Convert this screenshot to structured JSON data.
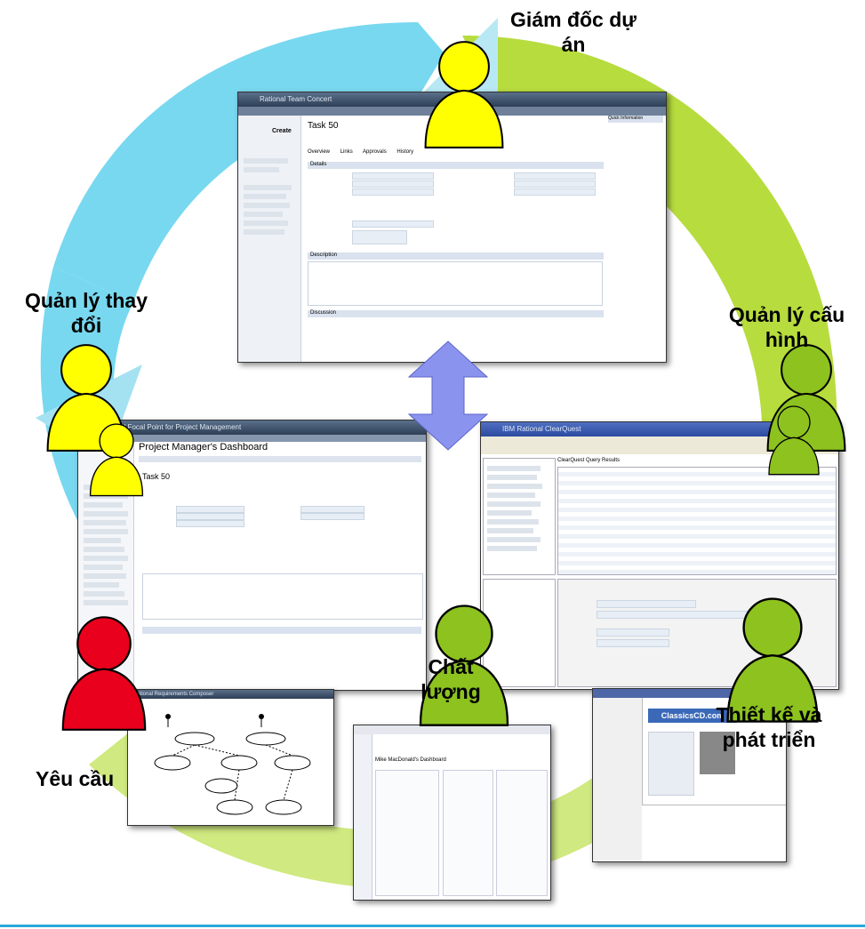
{
  "roles": {
    "project_director": "Giám đốc dự án",
    "change_management": "Quản lý thay đổi",
    "configuration_management": "Quản lý cấu hình",
    "requirements": "Yêu cầu",
    "quality": "Chất lượng",
    "design_development": "Thiết kế và phát triển"
  },
  "center_screen": {
    "app_title": "Rational Team Concert",
    "work_item": "Task 50",
    "tabs": [
      "Overview",
      "Links",
      "Approvals",
      "History"
    ],
    "sections": [
      "Details",
      "Description",
      "Discussion"
    ],
    "sidebar_title": "Create",
    "quick_info": "Quick Information"
  },
  "left_screen": {
    "app_title": "Rational Focal Point for Project Management",
    "dashboard_title": "Project Manager's Dashboard",
    "work_item": "Task 50"
  },
  "right_screen": {
    "app_title": "IBM Rational ClearQuest",
    "query_title": "ClearQuest Query Results"
  },
  "bottom_screens": {
    "left_title": "Rational Requirements Composer",
    "center_title": "Mike MacDonald's Dashboard",
    "right_title": "ClassicsCD.com"
  },
  "colors": {
    "cycle_left": "#78d8ef",
    "cycle_right": "#b7dc3e",
    "pawn_yellow": "#ffff00",
    "pawn_green": "#8dc21f",
    "pawn_red": "#e8001c",
    "arrow": "#8a94ee"
  }
}
